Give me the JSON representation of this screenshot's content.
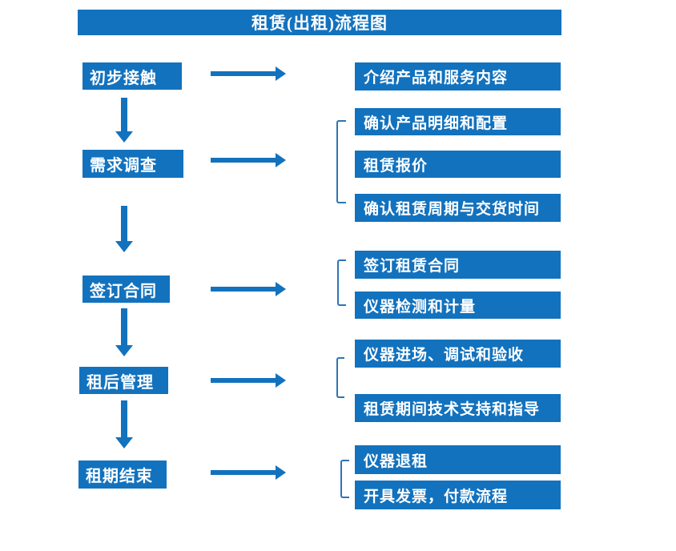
{
  "title": "租赁(出租)流程图",
  "colors": {
    "box_blue": "#1272be",
    "bracket_blue": "#2e74b5",
    "text_white": "#ffffff",
    "background": "#ffffff"
  },
  "steps": [
    {
      "label": "初步接触",
      "details": [
        "介绍产品和服务内容"
      ]
    },
    {
      "label": "需求调查",
      "details": [
        "确认产品明细和配置",
        "租赁报价",
        "确认租赁周期与交货时间"
      ]
    },
    {
      "label": "签订合同",
      "details": [
        "签订租赁合同",
        "仪器检测和计量"
      ]
    },
    {
      "label": "租后管理",
      "details": [
        "仪器进场、调试和验收",
        "租赁期间技术支持和指导"
      ]
    },
    {
      "label": "租期结束",
      "details": [
        "仪器退租",
        "开具发票，付款流程"
      ]
    }
  ]
}
